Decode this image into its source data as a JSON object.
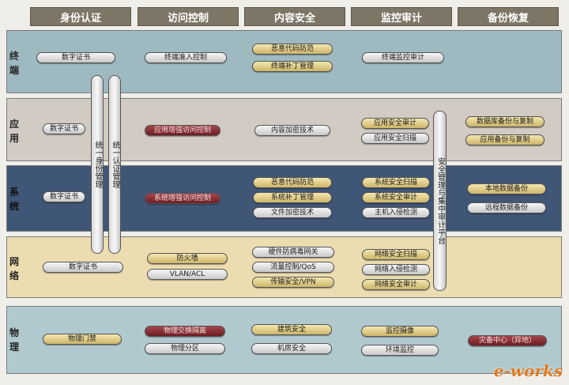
{
  "columns": [
    "身份认证",
    "访问控制",
    "内容安全",
    "监控审计",
    "备份恢复"
  ],
  "rows": {
    "terminal": {
      "label": "终端",
      "color": "#9ebac0",
      "items": [
        "数字证书",
        "终端准入控制",
        "恶意代码防范",
        "终端补丁管理",
        "终端监控审计"
      ]
    },
    "application": {
      "label": "应用",
      "color": "#d1cbc4",
      "items": [
        "数字证书",
        "应用增强访问控制",
        "内容加密技术",
        "应用安全审计",
        "应用安全扫描",
        "数据库备份与复制",
        "应用备份与复制"
      ]
    },
    "system": {
      "label": "系统",
      "color": "#3f5676",
      "items": [
        "数字证书",
        "系统增强访问控制",
        "恶意代码防范",
        "系统补丁管理",
        "文件加密技术",
        "系统安全扫描",
        "系统安全审计",
        "主机入侵检测",
        "本地数据备份",
        "远程数据备份"
      ]
    },
    "network": {
      "label": "网络",
      "color": "#ecddb0",
      "items": [
        "数字证书",
        "防火墙",
        "VLAN/ACL",
        "硬件防病毒网关",
        "流量控制/QoS",
        "传输安全/VPN",
        "网络安全扫描",
        "网络入侵检测",
        "网络安全审计"
      ]
    },
    "physical": {
      "label": "物理",
      "color": "#b0c9cf",
      "items": [
        "物理门禁",
        "物理交换隔离",
        "物理分区",
        "建筑安全",
        "机房安全",
        "监控摄像",
        "环境监控",
        "灾备中心（异地）"
      ]
    }
  },
  "vertical": {
    "identity": "统一身份管理",
    "auth": "统一认证管理",
    "platform": "安全管理与集中审计平台"
  },
  "watermark": "e-works"
}
